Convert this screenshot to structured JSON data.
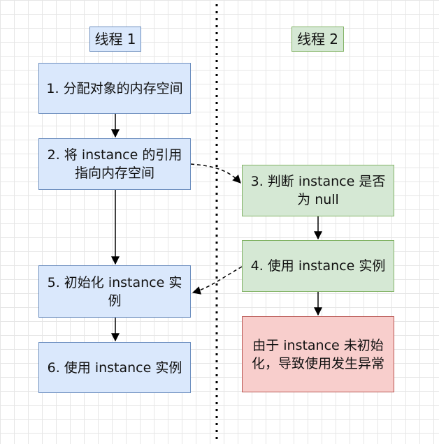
{
  "thread1": {
    "header": "线程 1",
    "steps": [
      "1. 分配对象的内存空间",
      "2. 将 instance 的引用指向内存空间",
      "5. 初始化 instance 实例",
      "6. 使用 instance 实例"
    ]
  },
  "thread2": {
    "header": "线程 2",
    "steps": [
      "3. 判断 instance 是否为 null",
      "4. 使用 instance 实例",
      "由于 instance 未初始化，导致使用发生异常"
    ]
  },
  "colors": {
    "thread1_fill": "#dae8fc",
    "thread1_stroke": "#6c8ebf",
    "thread2_fill": "#d5e8d4",
    "thread2_stroke": "#82b366",
    "error_fill": "#f8cecc",
    "error_stroke": "#b85450",
    "grid": "#e6e6e6"
  }
}
